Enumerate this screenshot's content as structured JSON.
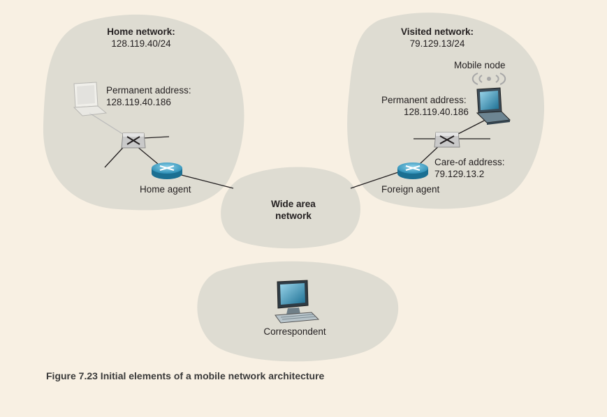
{
  "home_network": {
    "title": "Home network:",
    "prefix": "128.119.40/24",
    "permanent_address_label": "Permanent address:",
    "permanent_address_value": "128.119.40.186",
    "agent_label": "Home agent"
  },
  "visited_network": {
    "title": "Visited network:",
    "prefix": "79.129.13/24",
    "mobile_node_label": "Mobile node",
    "permanent_address_label": "Permanent address:",
    "permanent_address_value": "128.119.40.186",
    "care_of_label": "Care-of address:",
    "care_of_value": "79.129.13.2",
    "agent_label": "Foreign agent"
  },
  "wan": {
    "line1": "Wide area",
    "line2": "network"
  },
  "correspondent": {
    "label": "Correspondent"
  },
  "caption": "Figure 7.23 Initial elements of a mobile network architecture",
  "colors": {
    "background": "#f8f0e3",
    "blob": "#dedcd2",
    "router": "#3aa3c7",
    "text": "#231f20"
  }
}
